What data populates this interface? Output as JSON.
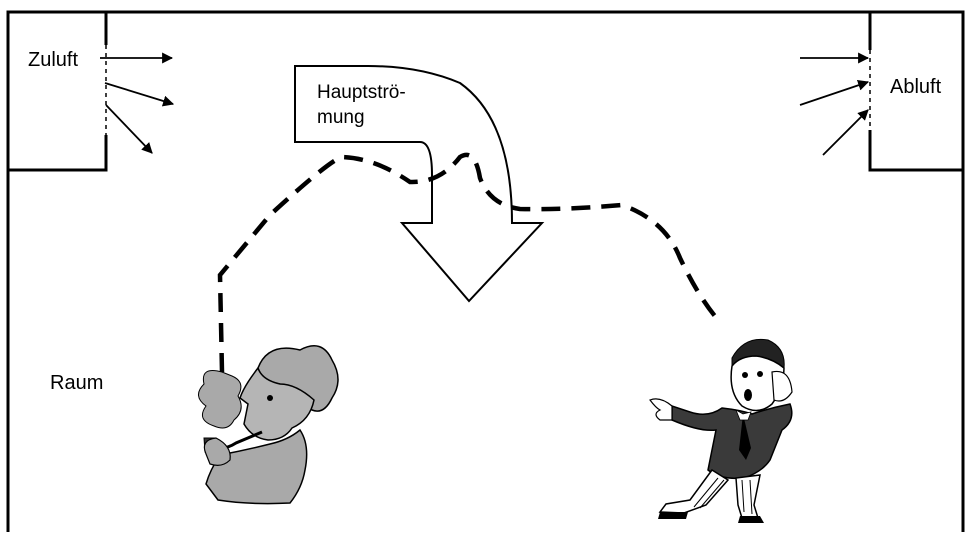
{
  "diagram": {
    "labels": {
      "zuluft": "Zuluft",
      "abluft": "Abluft",
      "raum": "Raum",
      "hauptstroemung_line1": "Hauptströ-",
      "hauptstroemung_line2": "mung"
    }
  }
}
